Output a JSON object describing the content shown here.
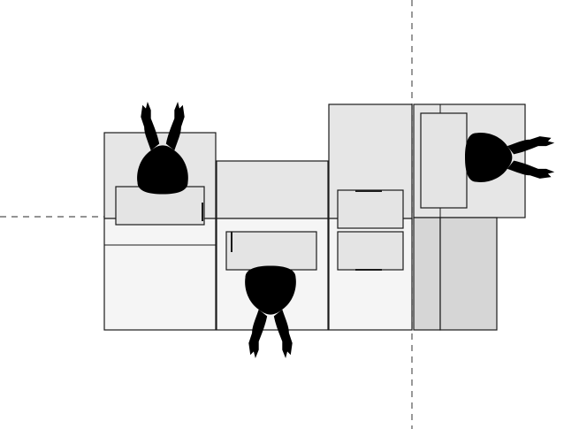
{
  "diagram": {
    "kind": "office-furniture-floor-plan",
    "colors": {
      "outline": "#1a1a1a",
      "desk_light": "#f5f5f5",
      "desk_mid": "#e6e6e6",
      "desk_dark": "#d6d6d6",
      "monitor": "#e4e4e4",
      "person": "#ffffff",
      "axis": "#555555"
    },
    "elements": {
      "axis_lines": [
        "horizontal-axis",
        "vertical-axis"
      ],
      "desks": [
        "desk-a",
        "desk-b",
        "desk-c",
        "desk-d",
        "desk-e",
        "desk-f",
        "desk-g",
        "desk-h",
        "desk-i"
      ],
      "monitors": [
        "monitor-1",
        "monitor-2",
        "monitor-3",
        "monitor-4",
        "monitor-5"
      ],
      "people": [
        "person-top-left",
        "person-bottom-center",
        "person-right"
      ]
    }
  }
}
